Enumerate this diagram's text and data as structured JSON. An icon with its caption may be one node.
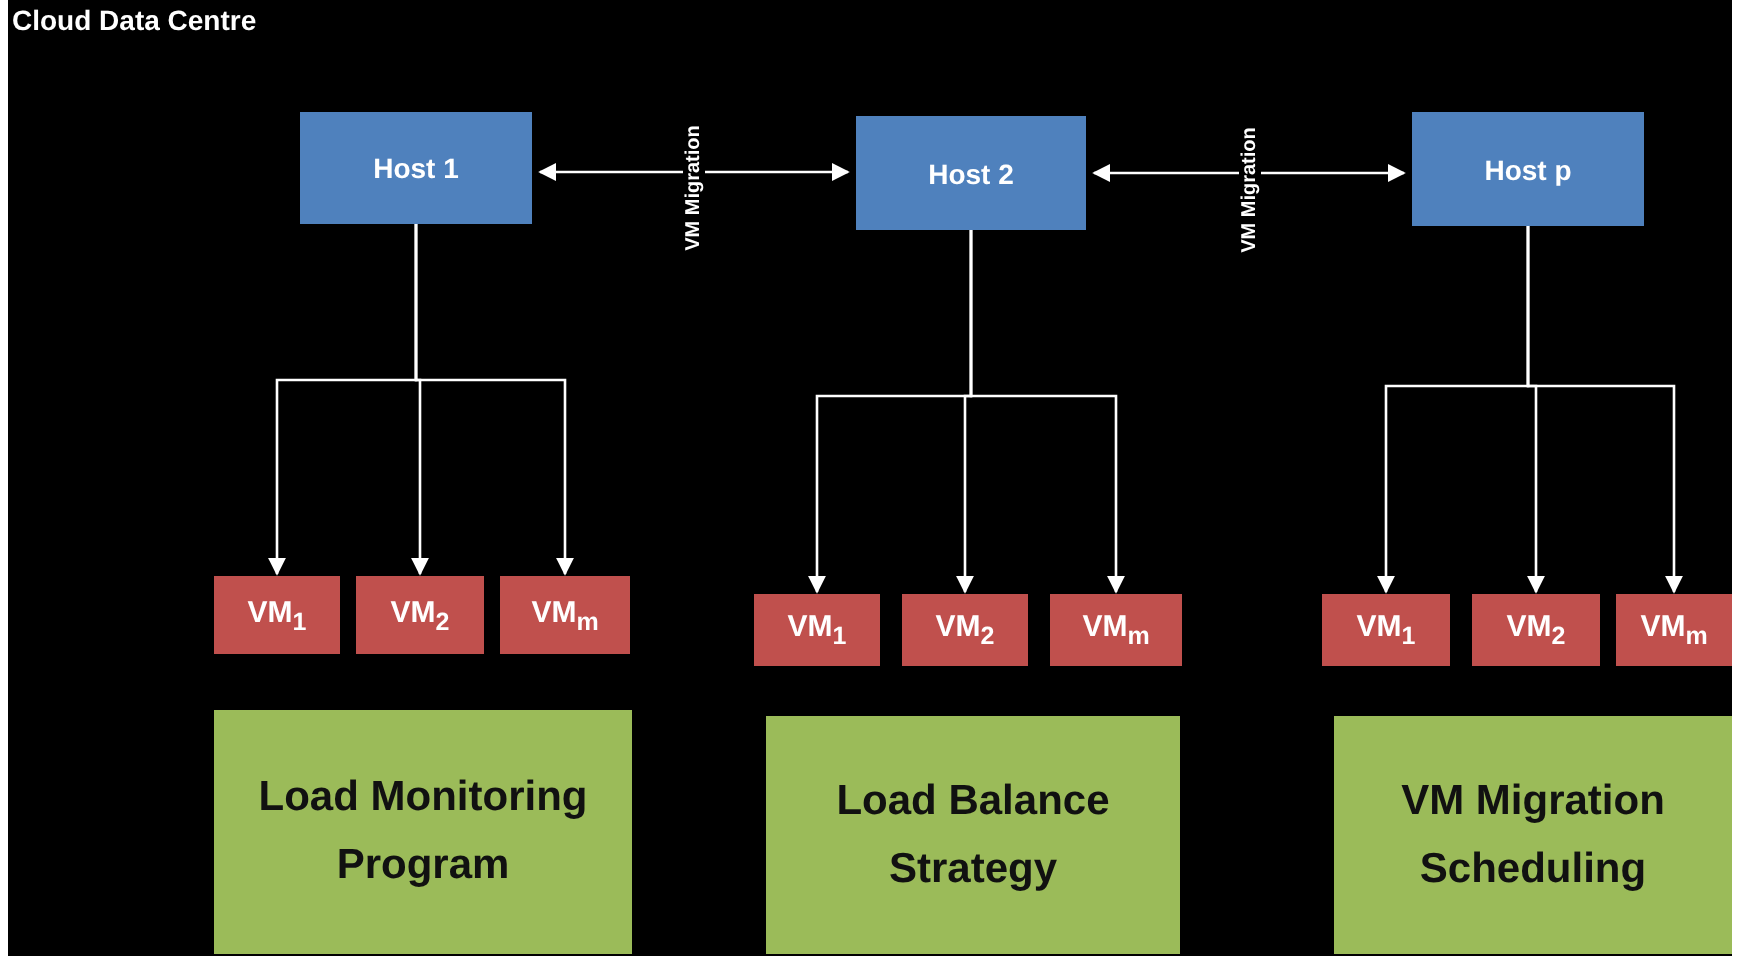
{
  "diagram": {
    "title": "Cloud Data Centre",
    "nodes": [
      {
        "text": [
          "Host 1"
        ]
      },
      {
        "text": [
          "Host 2"
        ]
      },
      {
        "text": [
          "Host p"
        ]
      },
      {
        "text": [
          "VM$_{1}$"
        ]
      },
      {
        "text": [
          "VM$_{2}$"
        ]
      },
      {
        "text": [
          "VM$_{m}$"
        ]
      },
      {
        "text": [
          "VM$_{1}$"
        ]
      },
      {
        "text": [
          "VM$_{2}$"
        ]
      },
      {
        "text": [
          "VM$_{m}$"
        ]
      },
      {
        "text": [
          "VM$_{1}$"
        ]
      },
      {
        "text": [
          "VM$_{2}$"
        ]
      },
      {
        "text": [
          "VM$_{m}$"
        ]
      },
      {
        "text": [
          "Load Monitoring Program"
        ]
      },
      {
        "text": [
          "Load Balance Strategy"
        ]
      },
      {
        "text": [
          "VM Migration Scheduling"
        ]
      }
    ],
    "edges": [
      {
        "from": 0,
        "to": 1,
        "arrow": "both",
        "label": "VM Migration"
      },
      {
        "from": 1,
        "to": 2,
        "arrow": "both",
        "label": "VM Migration"
      },
      {
        "from": 0,
        "to": 3,
        "arrow": "to"
      },
      {
        "from": 0,
        "to": 4,
        "arrow": "to"
      },
      {
        "from": 0,
        "to": 5,
        "arrow": "to"
      },
      {
        "from": 1,
        "to": 6,
        "arrow": "to"
      },
      {
        "from": 1,
        "to": 7,
        "arrow": "to"
      },
      {
        "from": 1,
        "to": 8,
        "arrow": "to"
      },
      {
        "from": 2,
        "to": 9,
        "arrow": "to"
      },
      {
        "from": 2,
        "to": 10,
        "arrow": "to"
      },
      {
        "from": 2,
        "to": 11,
        "arrow": "to"
      }
    ]
  }
}
